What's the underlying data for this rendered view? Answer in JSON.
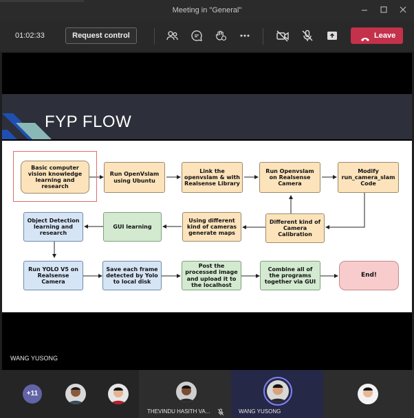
{
  "window": {
    "title": "Meeting in \"General\"",
    "controls": [
      "minimize",
      "maximize",
      "close"
    ]
  },
  "toolbar": {
    "timer": "01:02:33",
    "request_control_label": "Request control",
    "leave_label": "Leave",
    "icons": [
      "people-icon",
      "chat-icon",
      "reactions-icon",
      "more-options-icon",
      "camera-off-icon",
      "mic-off-icon",
      "share-icon",
      "phone-icon"
    ]
  },
  "slide": {
    "title": "FYP FLOW",
    "row1": [
      "Basic computer vision knowledge learning and research",
      "Run OpenVslam using Ubuntu",
      "Link the openvslam & with Realsense Library",
      "Run Openvslam on Realsense Camera",
      "Modify run_camera_slam Code"
    ],
    "row2": [
      "Object Detection learning and research",
      "GUI learning",
      "Using different kind of cameras generate maps",
      "Different kind of Camera Calibration"
    ],
    "row3": [
      "Run YOLO V5 on Realsense Camera",
      "Save each frame detected by Yolo to local disk",
      "Post the processed image and upload it to the localhost",
      "Combine all of the programs together via GUI",
      "End!"
    ]
  },
  "presenter_label": "WANG YUSONG",
  "participants": {
    "overflow": "+11",
    "names": [
      "THEVINDU HASITH VA...",
      "WANG YUSONG"
    ]
  },
  "colors": {
    "leave": "#c4314b",
    "orange_box": "#fce3bb",
    "blue_box": "#d6e5f6",
    "green_box": "#d3ead0",
    "end_box": "#f8cccc",
    "accent": "#6264a7"
  }
}
